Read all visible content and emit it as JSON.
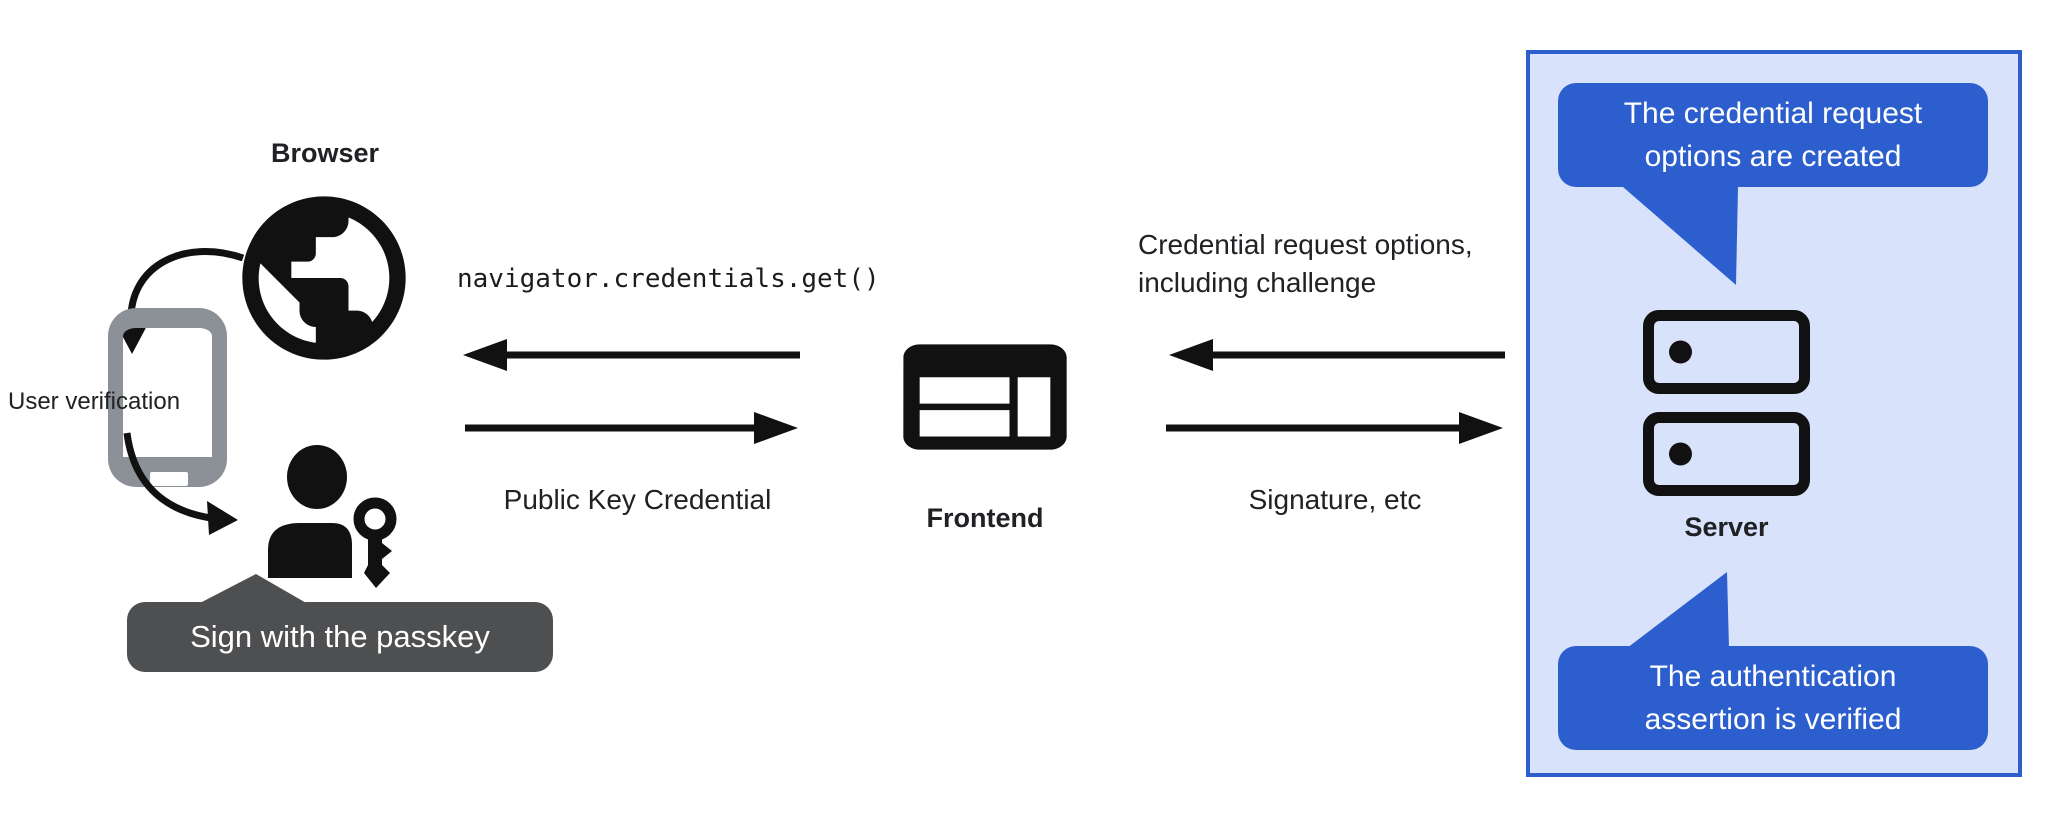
{
  "left_group": {
    "browser_label": "Browser",
    "user_verification": "User verification",
    "passkey_tooltip": "Sign with the passkey"
  },
  "flow_left": {
    "api_call": "navigator.credentials.get()",
    "credential_label": "Public Key Credential"
  },
  "frontend": {
    "label": "Frontend"
  },
  "flow_right": {
    "request_line1": "Credential request options,",
    "request_line2": "including challenge",
    "signature_label": "Signature, etc"
  },
  "server_panel": {
    "server_label": "Server",
    "bubble_top": {
      "line1": "The credential request",
      "line2": "options are created"
    },
    "bubble_bottom": {
      "line1": "The authentication",
      "line2": "assertion is verified"
    }
  },
  "colors": {
    "accent_blue": "#2c5ecd",
    "panel_fill": "#d8e3fb",
    "bubble_text": "#ffffff",
    "tooltip_gray": "#4e4f51",
    "phone_gray": "#8b9197",
    "icon_black": "#111111",
    "text_black": "#202124"
  }
}
